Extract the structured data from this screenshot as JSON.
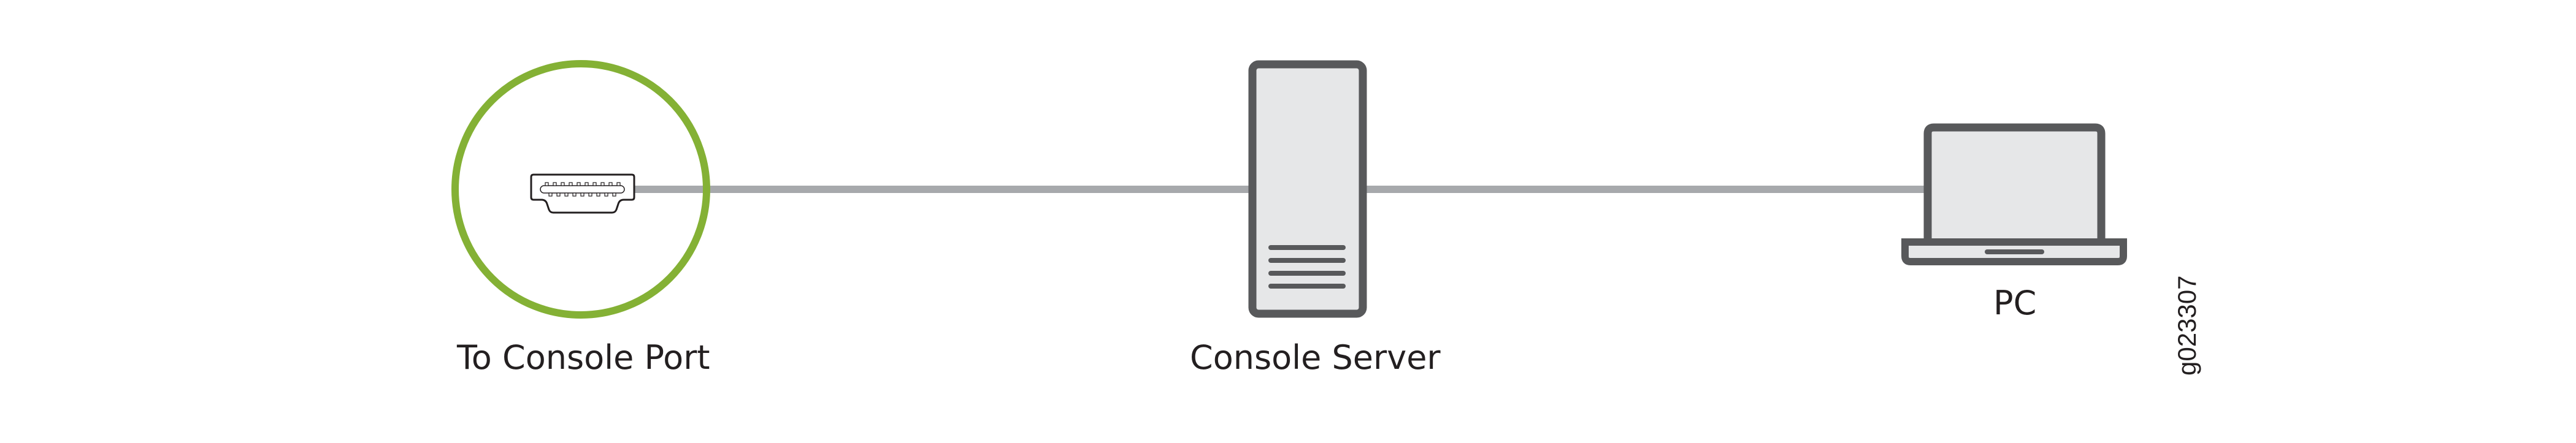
{
  "diagram": {
    "type": "network-connection",
    "nodes": [
      {
        "id": "console-port",
        "label": "To Console Port",
        "icon": "hdmi-style-connector-icon"
      },
      {
        "id": "console-server",
        "label": "Console Server",
        "icon": "server-tower-icon"
      },
      {
        "id": "pc",
        "label": "PC",
        "icon": "laptop-icon"
      }
    ],
    "edges": [
      {
        "from": "console-port",
        "to": "console-server"
      },
      {
        "from": "console-server",
        "to": "pc"
      }
    ],
    "figure_id": "g023307"
  },
  "colors": {
    "highlight_ring": "#84b135",
    "device_stroke": "#58595b",
    "device_fill": "#e6e7e8",
    "cable": "#a7a9ac",
    "text": "#231f20"
  }
}
